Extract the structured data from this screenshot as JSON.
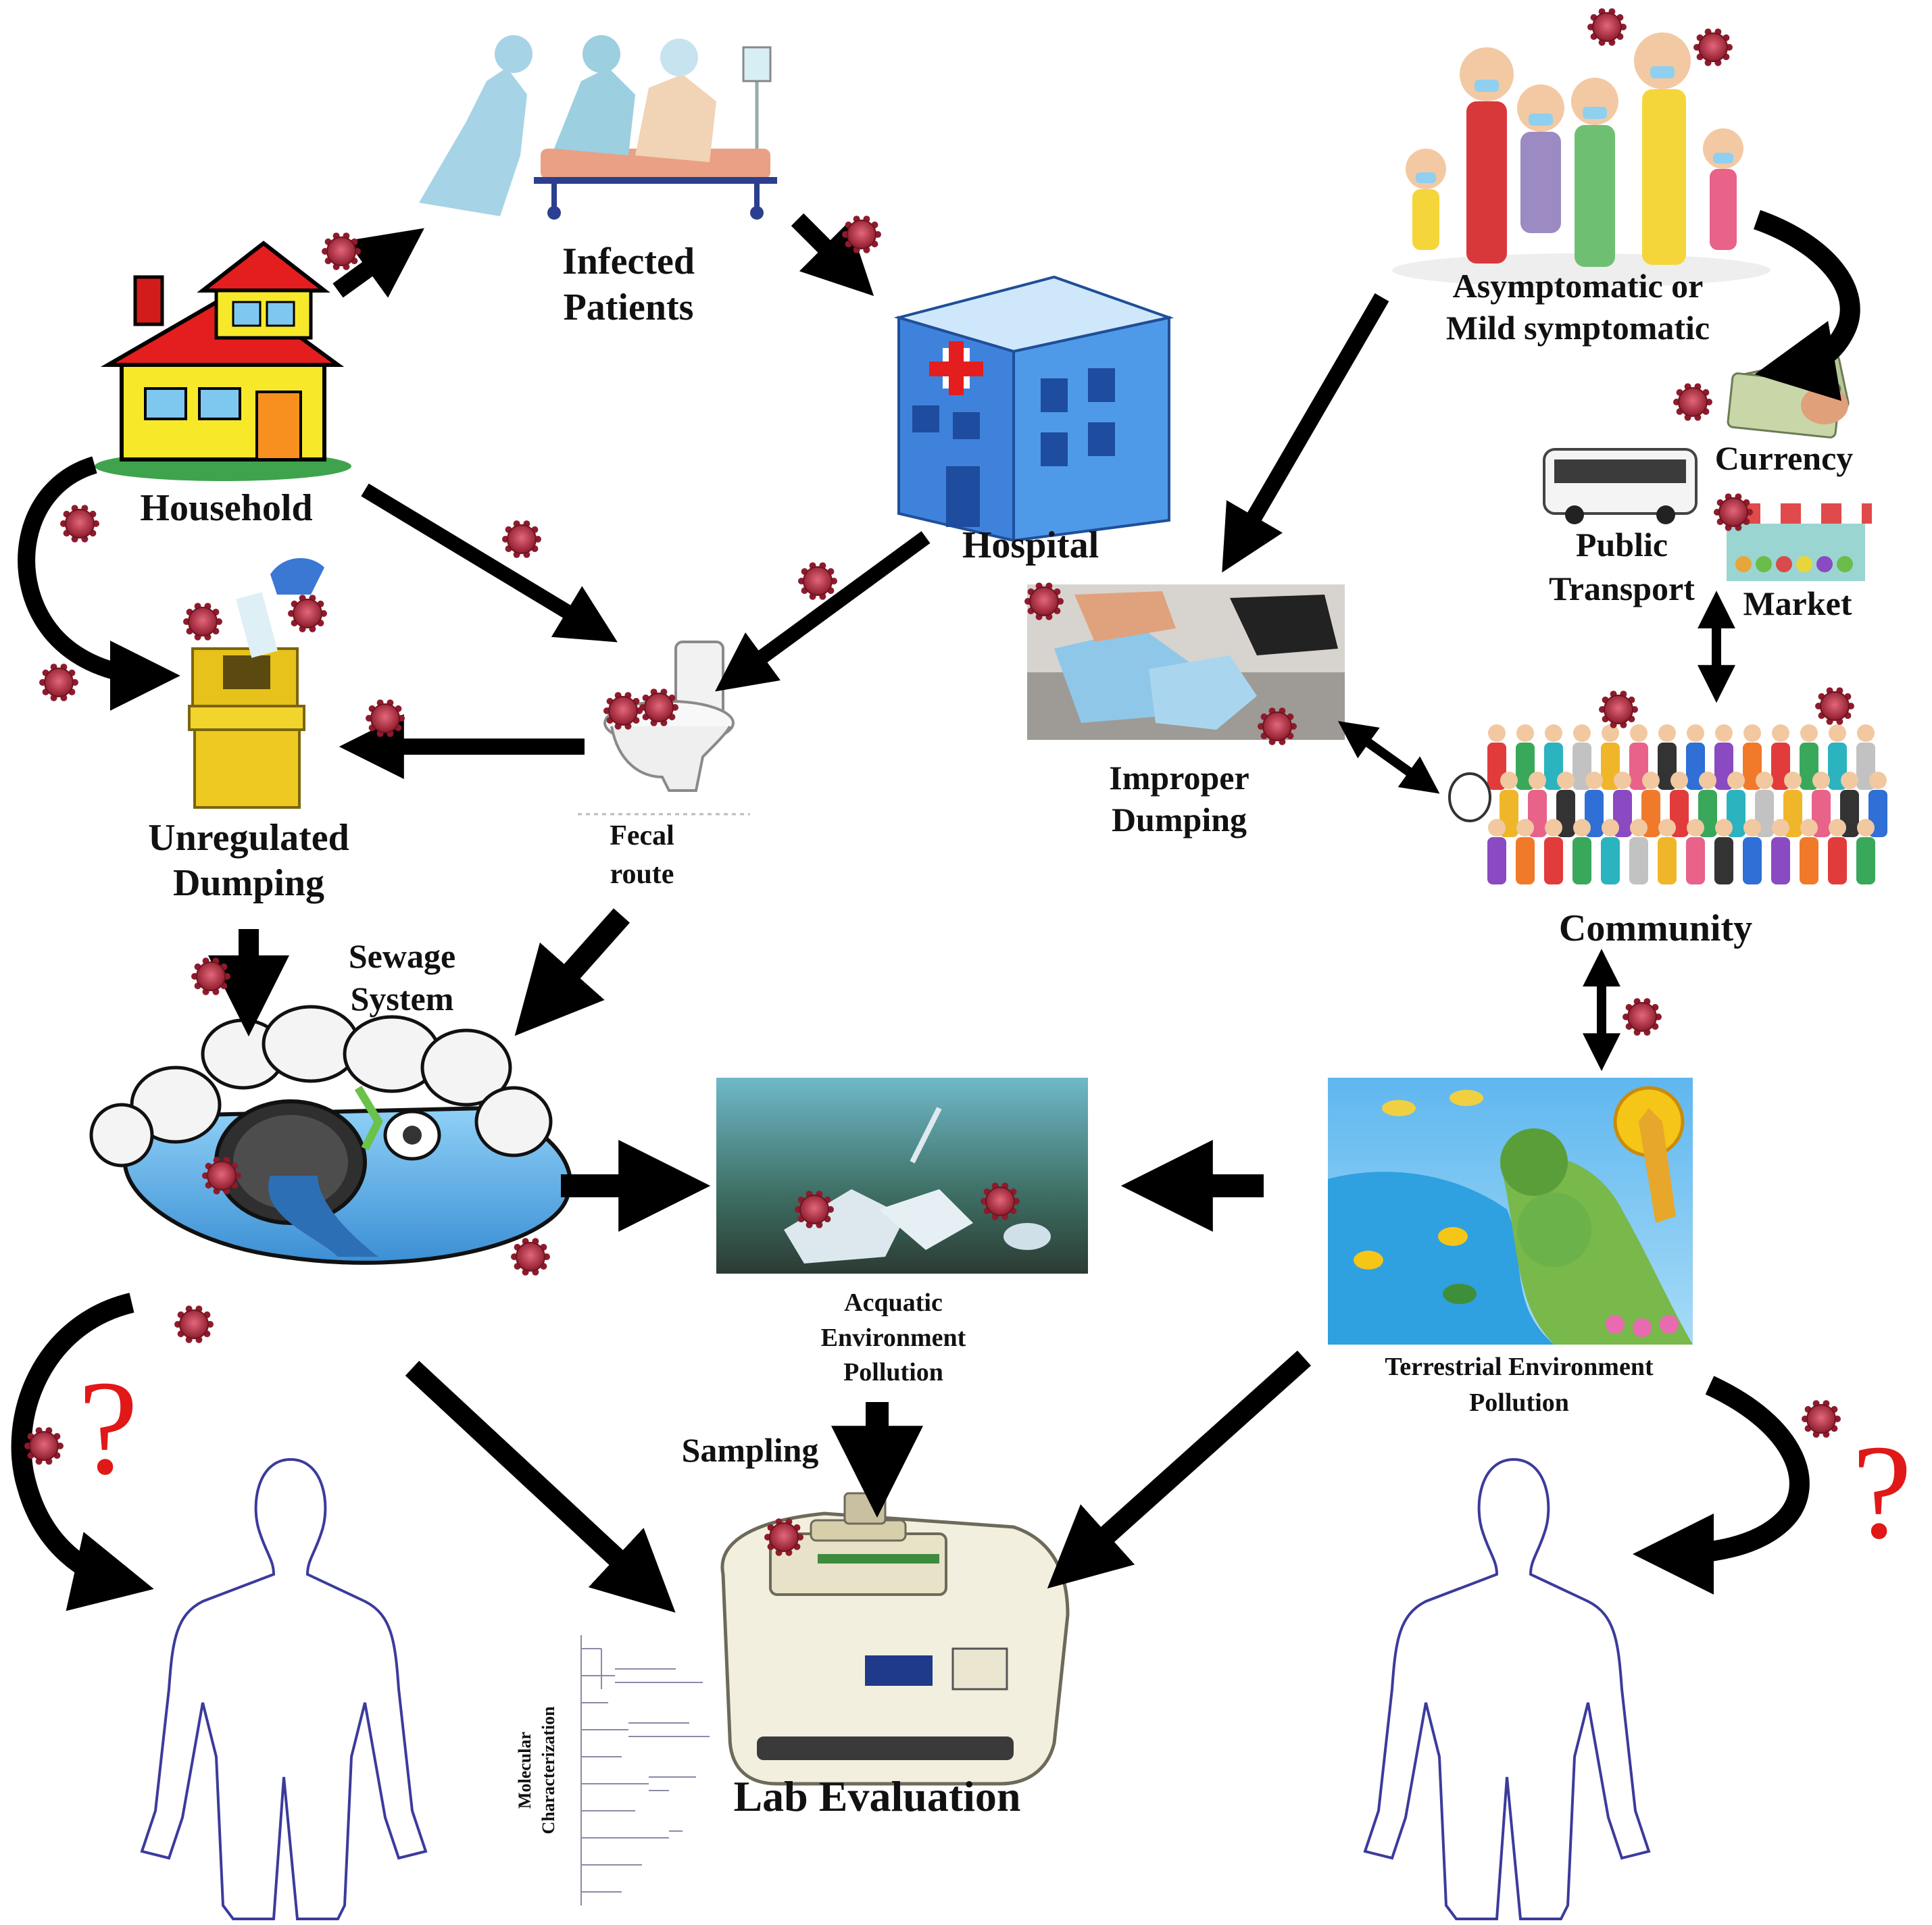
{
  "colors": {
    "arrow": "#000000",
    "question_mark": "#e01818",
    "virus": "#b0283a",
    "water": "#5aa9e6",
    "house_roof": "#e41e1e",
    "house_wall": "#f7e92a",
    "hospital": "#4a90e2",
    "bin": "#e6c21a"
  },
  "nodes": {
    "household": "Household",
    "infected_line1": "Infected",
    "infected_line2": "Patients",
    "hospital": "Hospital",
    "asymptomatic_line1": "Asymptomatic or",
    "asymptomatic_line2": "Mild symptomatic",
    "currency": "Currency",
    "public_line1": "Public",
    "public_line2": "Transport",
    "market": "Market",
    "unregulated_line1": "Unregulated",
    "unregulated_line2": "Dumping",
    "fecal_line1": "Fecal",
    "fecal_line2": "route",
    "improper_line1": "Improper",
    "improper_line2": "Dumping",
    "community": "Community",
    "sewage_line1": "Sewage",
    "sewage_line2": "System",
    "aquatic_line1": "Acquatic",
    "aquatic_line2": "Environment",
    "aquatic_line3": "Pollution",
    "terrestrial_line1": "Terrestrial Environment",
    "terrestrial_line2": "Pollution",
    "sampling": "Sampling",
    "lab": "Lab Evaluation",
    "molecular_line1": "Molecular",
    "molecular_line2": "Characterization",
    "question": "?"
  },
  "icons": [
    "house-icon",
    "patients-stretcher-icon",
    "hospital-building-icon",
    "family-masked-icon",
    "currency-icon",
    "bus-icon",
    "market-stall-icon",
    "waste-bin-icon",
    "toilet-icon",
    "masks-waste-icon",
    "crowd-icon",
    "sewage-pipe-icon",
    "underwater-waste-icon",
    "landscape-icon",
    "pcr-machine-icon",
    "phylogenetic-tree-icon",
    "human-outline-icon",
    "virus-icon"
  ]
}
